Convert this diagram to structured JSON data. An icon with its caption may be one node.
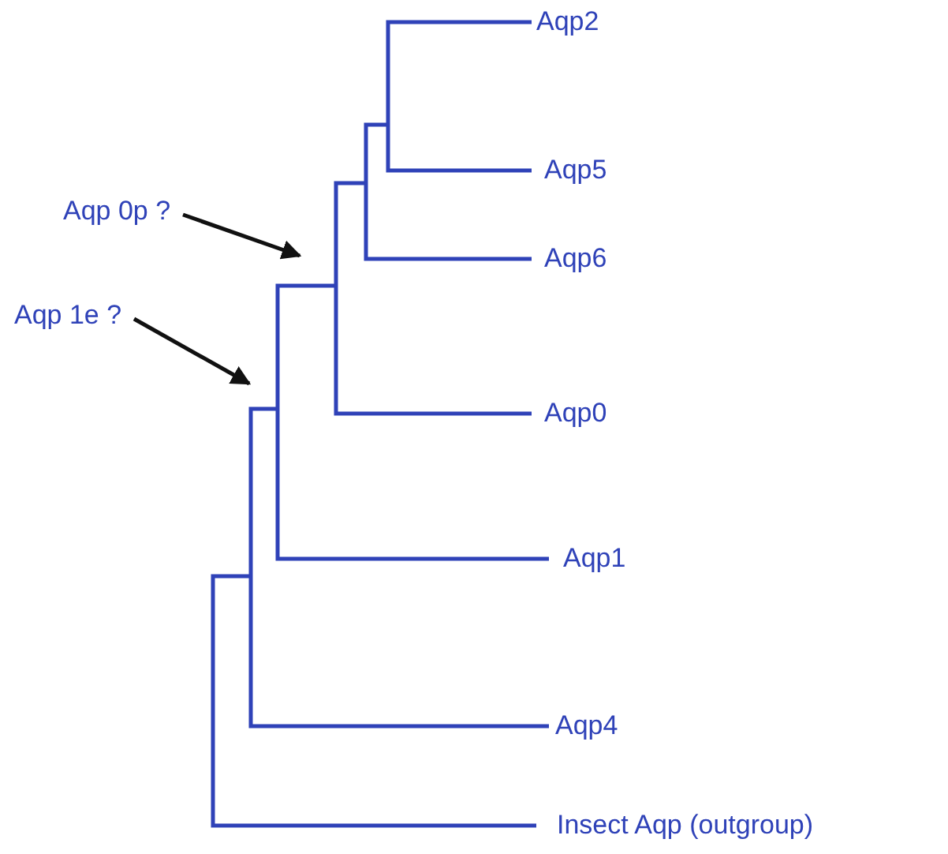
{
  "diagram": {
    "nodes": [
      {
        "text": [
          "Aqp2"
        ]
      },
      {
        "text": [
          "Aqp5"
        ]
      },
      {
        "text": [
          "Aqp6"
        ]
      },
      {
        "text": [
          "Aqp0"
        ]
      },
      {
        "text": [
          "Aqp1"
        ]
      },
      {
        "text": [
          "Aqp4"
        ]
      },
      {
        "text": [
          "Insect Aqp (outgroup)"
        ]
      },
      {
        "text": [
          "Aqp 0p ?"
        ]
      },
      {
        "text": [
          "Aqp 1e ?"
        ]
      }
    ],
    "edges": [
      {
        "from": 7,
        "to": null,
        "arrow": "to"
      },
      {
        "from": 8,
        "to": null,
        "arrow": "to"
      }
    ]
  }
}
